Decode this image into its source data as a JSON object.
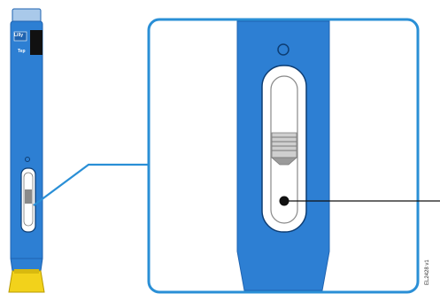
{
  "figure": {
    "pen_logo_text": "Lilly",
    "pen_brand_text": "Tep",
    "reference_code": "EL2428 v1"
  },
  "colors": {
    "pen_blue": "#2d7fd3",
    "pen_blue_dark": "#1f63b0",
    "cap_light": "#a9c9ea",
    "base_yellow": "#f2d21b",
    "frame_blue": "#2a8fd6",
    "window_white": "#ffffff",
    "window_grey": "#d6d6d6",
    "indicator_dot": "#111111"
  },
  "icons": {
    "pen": "injection-pen-icon",
    "indicator": "black-dot-indicator-icon"
  }
}
